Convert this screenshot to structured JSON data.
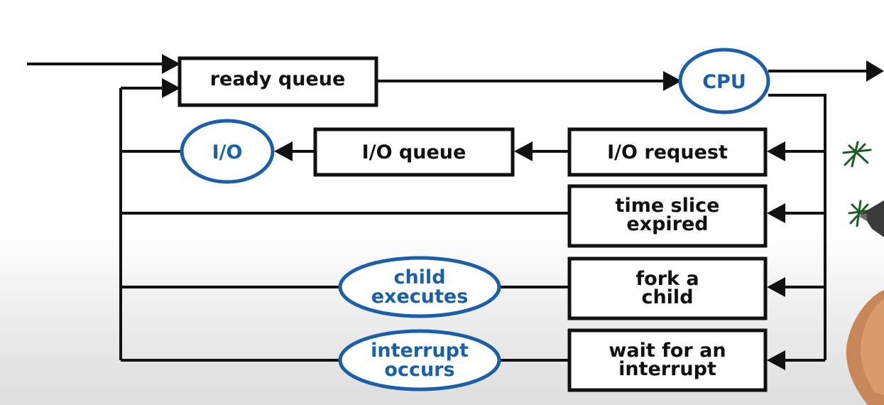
{
  "nodes": {
    "ready_queue": "ready queue",
    "cpu": "CPU",
    "io": "I/O",
    "io_queue": "I/O queue",
    "io_request": "I/O request",
    "time_slice": [
      "time slice",
      "expired"
    ],
    "child_executes": [
      "child",
      "executes"
    ],
    "fork_child": [
      "fork a",
      "child"
    ],
    "interrupt_occurs": [
      "interrupt",
      "occurs"
    ],
    "wait_interrupt": [
      "wait for an",
      "interrupt"
    ]
  },
  "colors": {
    "line": "#111111",
    "ellipse": "#1a5fa8",
    "star": "#1f5b2a"
  }
}
